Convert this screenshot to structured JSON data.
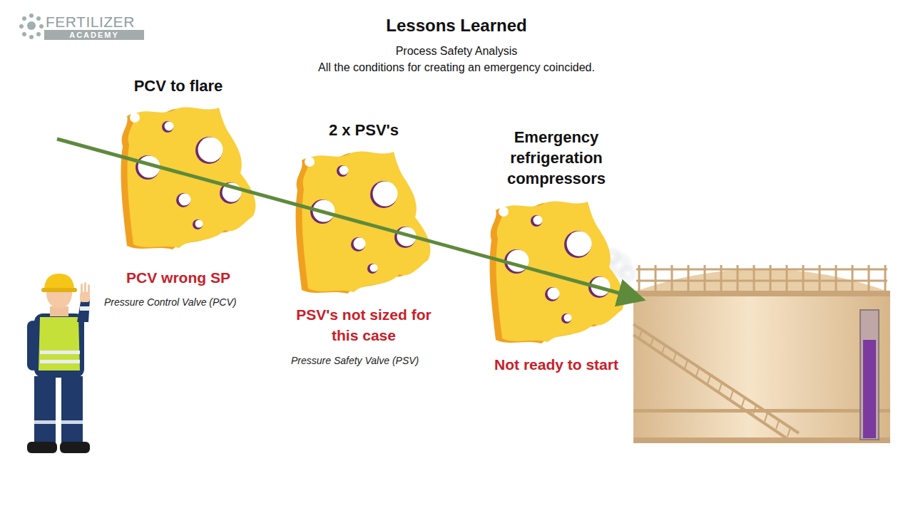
{
  "diagram": {
    "title": "Lessons Learned",
    "nodes": [
      {
        "text": [
          "PCV to flare",
          "PCV wrong SP"
        ]
      },
      {
        "text": [
          "2 x PSV's",
          "PSV's not sized for this case"
        ]
      },
      {
        "text": [
          "Emergency refrigeration compressors",
          "Not ready to start"
        ]
      }
    ],
    "labels": [
      "FERTILIZER",
      "ACADEMY",
      "Process Safety Analysis",
      "All the conditions for creating an emergency coincided.",
      "Pressure Control Valve (PCV)",
      "Pressure Safety Valve (PSV)"
    ]
  }
}
